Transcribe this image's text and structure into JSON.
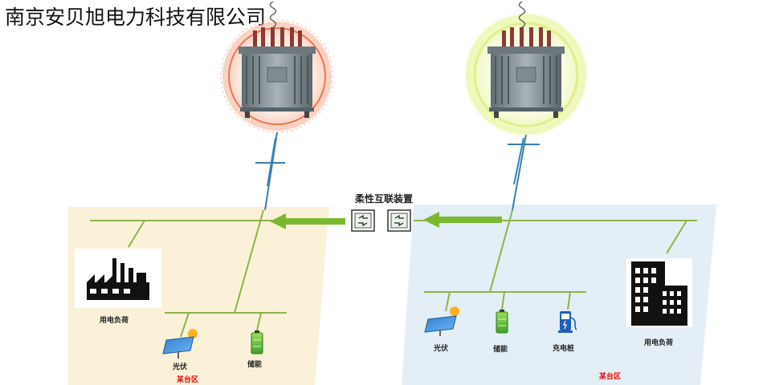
{
  "title": "南京安贝旭电力科技有限公司",
  "device_label": "柔性互联装置",
  "left_zone": {
    "load_label": "用电负荷",
    "pv_label": "光伏",
    "storage_label": "储能",
    "zone_label": "某台区"
  },
  "right_zone": {
    "pv_label": "光伏",
    "storage_label": "储能",
    "charging_label": "充电桩",
    "load_label": "用电负荷",
    "zone_label": "某台区"
  },
  "colors": {
    "left_zone_bg": "#fbf1d9",
    "right_zone_bg": "#e3eef7",
    "bus_line": "#8cb546",
    "feed_line": "#3a7fb0",
    "flow_arrow": "#7ab92f",
    "left_halo": "#f0765a",
    "right_halo": "#d9f07a"
  },
  "icons": {
    "transformer": "transformer-icon",
    "factory": "factory-icon",
    "building": "building-icon",
    "solar": "solar-panel-icon",
    "battery": "battery-icon",
    "charger": "ev-charger-icon",
    "converter": "converter-icon"
  }
}
